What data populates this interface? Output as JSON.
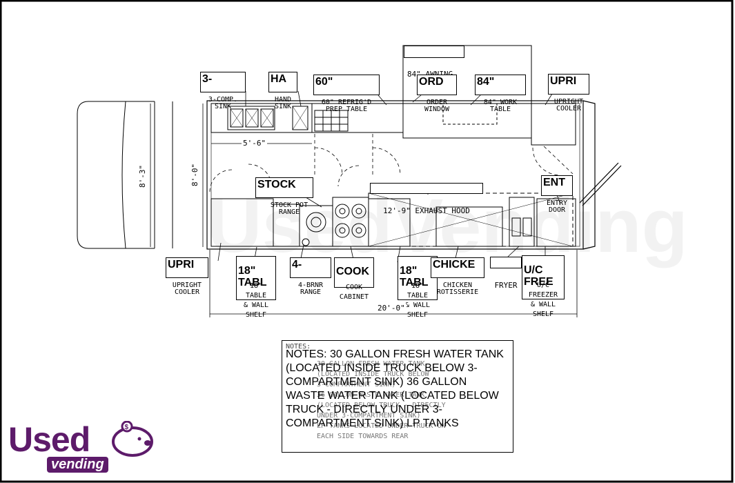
{
  "labels": {
    "awning": "84\" AWNING",
    "comp_sink_small": "3-COMP.\nSINK",
    "comp_sink_big": "3-",
    "hand_sink_small": "HAND\nSINK",
    "hand_sink_big": "HA",
    "refrig_small": "60\" REFRIG'D\nPREP TABLE",
    "refrig_big": "60\"",
    "order_small": "ORDER\nWINDOW",
    "order_big": "ORD",
    "work_small": "84\" WORK\nTABLE",
    "work_big": "84\"",
    "upright_top_small": "UPRIGHT\nCOOLER",
    "upright_top_big": "UPRI",
    "stock_small": "STOCK POT\nRANGE",
    "stock_big": "STOCK",
    "hood": "12'-9\" EXHAUST HOOD",
    "entry_small": "ENTRY\nDOOR",
    "entry_big": "ENT",
    "upright_bottom_small": "UPRIGHT\nCOOLER",
    "upright_bottom_big": "UPRI",
    "table1_small": "18\"\nTABLE\n& WALL\nSHELF",
    "table1_big": "18\"\nTABL",
    "burner_small": "4-BRNR\nRANGE",
    "burner_big": "4-",
    "cook_small": "COOK\nCABINET",
    "cook_big": "COOK",
    "table2_small": "18\"\nTABLE\n& WALL\nSHELF",
    "table2_big": "18\"\nTABL",
    "chicken_small": "CHICKEN\nROTISSERIE",
    "chicken_big": "CHICKE",
    "fryer": "FRYER",
    "freezer_small": "U/C\nFREEZER\n& WALL\nSHELF",
    "freezer_big": "U/C\nFREE"
  },
  "dimensions": {
    "sink_run": "5'-6\"",
    "total_length": "20'-0\"",
    "cab_width": "8'-3\"",
    "body_width": "8'-0\""
  },
  "notes": {
    "heading": "NOTES:",
    "text": "NOTES: 30 GALLON FRESH WATER TANK (LOCATED INSIDE TRUCK BELOW 3-COMPARTMENT SINK) 36 GALLON WASTE WATER TANK (LOCATED BELOW TRUCK - DIRECTLY UNDER 3-COMPARTMENT SINK) LP TANKS",
    "faint": "30 GALLON FRESH WATER TANK\n(LOCATED INSIDE TRUCK BELOW\n3-COMPARTMENT SINK)\n36 GALLON WASTE WATER TANK\n(LOCATED BELOW TRUCK - DIRECTLY\nUNDER 3-COMPARTMENT SINK)\nLP TANKS LOCATED UNDER TRUCK ON\nEACH SIDE TOWARDS REAR"
  },
  "logo": {
    "word": "Used",
    "sub": "vending"
  },
  "watermark": "UsedVending"
}
